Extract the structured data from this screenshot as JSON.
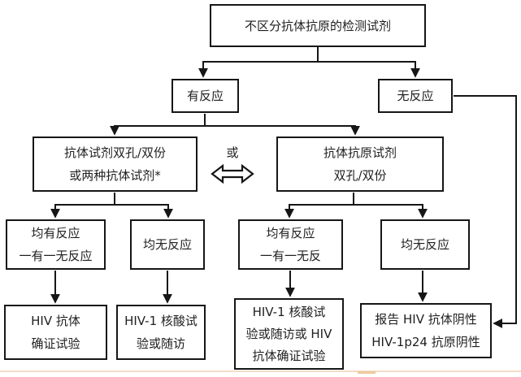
{
  "figure": {
    "background": "#ffffff",
    "line_color": "#161616",
    "bottom_rule_color": "#f4dcc6",
    "bottom_rule_accent_color": "#eeca9e"
  },
  "nodes": {
    "root": {
      "lines": [
        "不区分抗体抗原的检测试剂"
      ]
    },
    "reactive": {
      "lines": [
        "有反应"
      ]
    },
    "nonreactive": {
      "lines": [
        "无反应"
      ]
    },
    "ab_dual": {
      "lines": [
        "抗体试剂双孔/双份",
        "或两种抗体试剂*"
      ]
    },
    "abag_dual": {
      "lines": [
        "抗体抗原试剂",
        "双孔/双份"
      ]
    },
    "l4a": {
      "lines": [
        "均有反应",
        "一有一无反应"
      ]
    },
    "l4b": {
      "lines": [
        "均无反应"
      ]
    },
    "l4c": {
      "lines": [
        "均有反应",
        "一有一无反"
      ]
    },
    "l4d": {
      "lines": [
        "均无反应"
      ]
    },
    "botA": {
      "lines": [
        "HIV 抗体",
        "确证试验"
      ]
    },
    "botB": {
      "lines": [
        "HIV-1 核酸试",
        "验或随访"
      ]
    },
    "botC": {
      "lines": [
        "HIV-1 核酸试",
        "验或随访或 HIV",
        "抗体确证试验"
      ]
    },
    "botD": {
      "lines": [
        "报告 HIV 抗体阴性",
        "HIV-1p24 抗原阴性"
      ]
    }
  },
  "connector_labels": {
    "or": "或"
  }
}
